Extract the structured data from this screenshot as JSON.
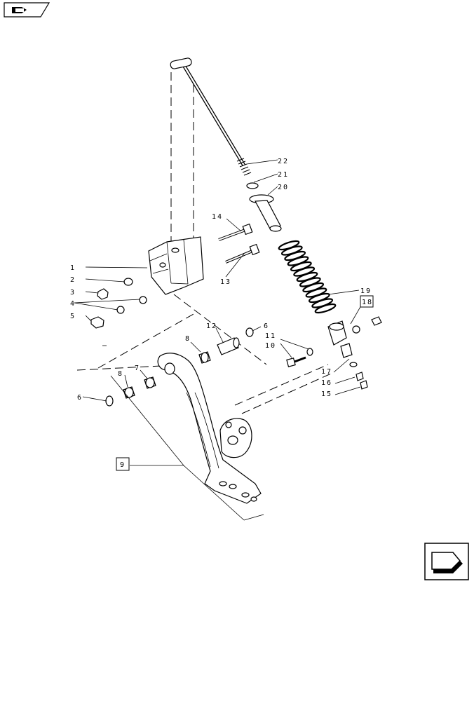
{
  "nav": {
    "prev_icon": "arrow-back-icon",
    "next_icon": "arrow-next-icon"
  },
  "callouts": {
    "c1": "1",
    "c2": "2",
    "c3": "3",
    "c4": "4",
    "c5": "5",
    "c6a": "6",
    "c6b": "6",
    "c7": "7",
    "c8a": "8",
    "c8b": "8",
    "c9": "9",
    "c10": "10",
    "c11": "11",
    "c12": "12",
    "c13": "13",
    "c14": "14",
    "c15": "15",
    "c16": "16",
    "c17": "17",
    "c18": "18",
    "c19": "19",
    "c20": "20",
    "c21": "21",
    "c22": "22"
  }
}
